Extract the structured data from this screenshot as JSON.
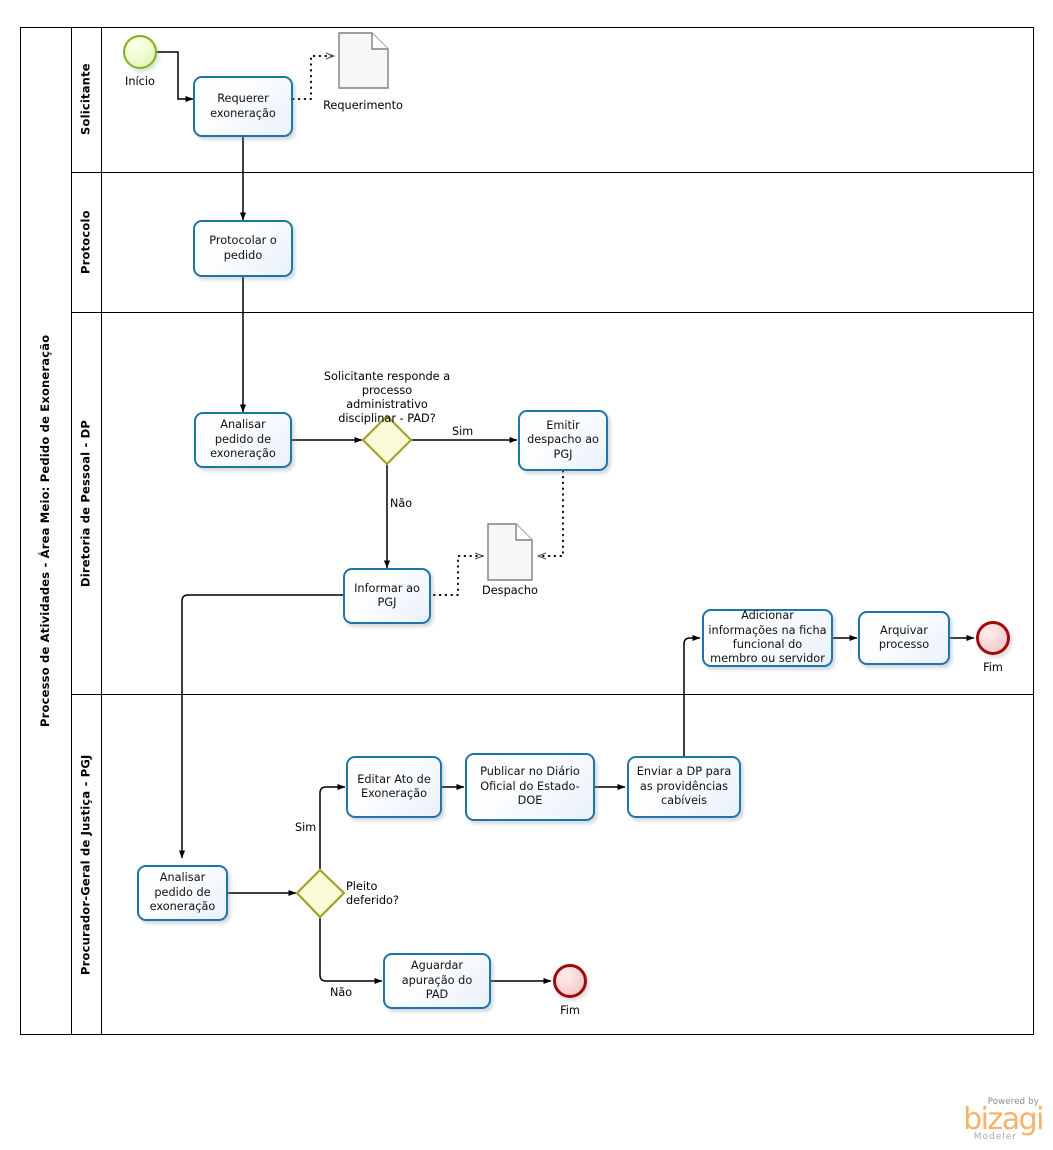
{
  "pool": {
    "title": "Processo de Atividades - Área Meio: Pedido de Exoneração",
    "lanes": [
      {
        "id": "solicitante",
        "label": "Solicitante"
      },
      {
        "id": "protocolo",
        "label": "Protocolo"
      },
      {
        "id": "dp",
        "label": "Diretoria de Pessoal - DP"
      },
      {
        "id": "pgj",
        "label": "Procurador-Geral de Justiça - PGJ"
      }
    ]
  },
  "events": {
    "start_inicio": "Início",
    "end_dp": "Fim",
    "end_pgj": "Fim"
  },
  "tasks": {
    "requerer_exoneracao": "Requerer exoneração",
    "protocolar_pedido": "Protocolar o pedido",
    "analisar_pedido_dp": "Analisar pedido de exoneração",
    "emitir_despacho": "Emitir despacho ao PGJ",
    "informar_pgj": "Informar ao PGJ",
    "adicionar_informacoes": "Adicionar informações na ficha funcional do membro ou servidor",
    "arquivar_processo": "Arquivar processo",
    "analisar_pedido_pgj": "Analisar pedido de exoneração",
    "editar_ato": "Editar Ato de Exoneração",
    "publicar_doe": "Publicar no Diário Oficial do Estado- DOE",
    "enviar_dp": "Enviar a DP para as providências cabíveis",
    "aguardar_pad": "Aguardar apuração do PAD"
  },
  "gateways": {
    "pad": "Solicitante responde a processo administrativo disciplinar - PAD?",
    "pleito": "Pleito deferido?"
  },
  "documents": {
    "requerimento": "Requerimento",
    "despacho": "Despacho"
  },
  "flow_labels": {
    "pad_sim": "Sim",
    "pad_nao": "Não",
    "pleito_sim": "Sim",
    "pleito_nao": "Não"
  },
  "branding": {
    "powered_by": "Powered by",
    "name": "bizagi",
    "product": "Modeler"
  },
  "colors": {
    "task_border": "#1f74a8",
    "start_border": "#7ab317",
    "end_border": "#a00a0a",
    "gateway_border": "#a2a22a",
    "gateway_fill": "#fbfbd8",
    "document_border": "#808080",
    "connector": "#000000",
    "brand": "#f6b26b"
  }
}
